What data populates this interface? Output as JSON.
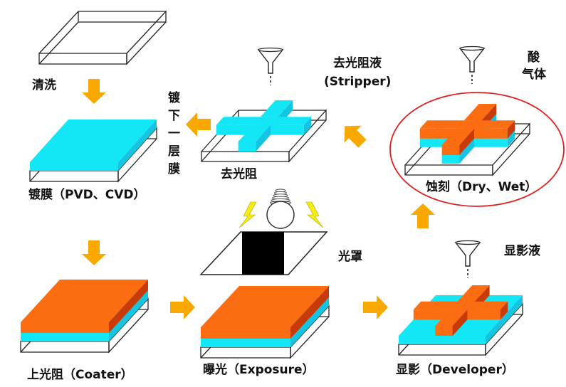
{
  "colors": {
    "cyan": "#13e6f5",
    "cyan_side": "#14c4e0",
    "orange": "#fb6d10",
    "orange_side": "#c83a08",
    "arrow": "#f9a800",
    "bolt": "#f5ec12",
    "ring": "#e02020"
  },
  "labels": {
    "clean": "清洗",
    "deposition": "镀膜（PVD、CVD）",
    "next_layer": [
      "镀",
      "下",
      "一",
      "层",
      "膜"
    ],
    "strip": "去光阻",
    "stripper_liquid_1": "去光阻液",
    "stripper_liquid_2": "(Stripper)",
    "acid_gas_1": "酸",
    "acid_gas_2": "气体",
    "etch": "蚀刻（Dry、Wet）",
    "developer_liquid": "显影液",
    "mask": "光罩",
    "coater": "上光阻（Coater）",
    "exposure": "曝光（Exposure）",
    "develop": "显影（Developer）"
  },
  "icons": [
    "funnel-icon",
    "light-bulb-icon",
    "lightning-icon",
    "arrow-icon"
  ]
}
